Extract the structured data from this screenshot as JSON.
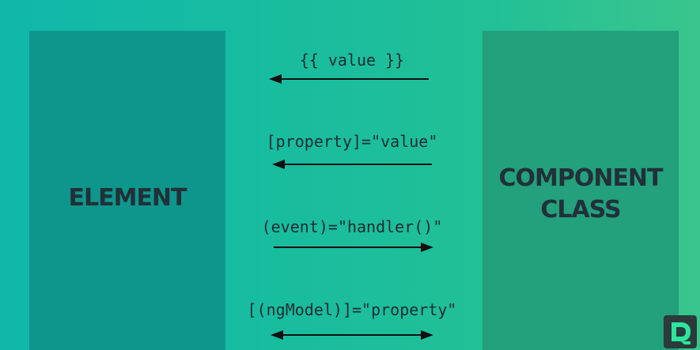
{
  "panels": {
    "left": {
      "title_lines": [
        "ELEMENT"
      ]
    },
    "right": {
      "title_lines": [
        "COMPONENT",
        "CLASS"
      ]
    }
  },
  "bindings": [
    {
      "label": "{{ value }}",
      "direction": "to-element"
    },
    {
      "label": "[property]=\"value\"",
      "direction": "to-element"
    },
    {
      "label": "(event)=\"handler()\"",
      "direction": "to-component"
    },
    {
      "label": "[(ngModel)]=\"property\"",
      "direction": "two-way"
    }
  ],
  "logo": {
    "icon": "d-logo-icon"
  },
  "colors": {
    "background_start": "#10b8aa",
    "background_end": "#3ac58d",
    "panel_left": "#0e968d",
    "panel_right": "#23a07c",
    "text_dark": "#223038",
    "arrow": "#111111",
    "logo_bg": "#2b3a3a",
    "logo_fg": "#2ee59d"
  }
}
